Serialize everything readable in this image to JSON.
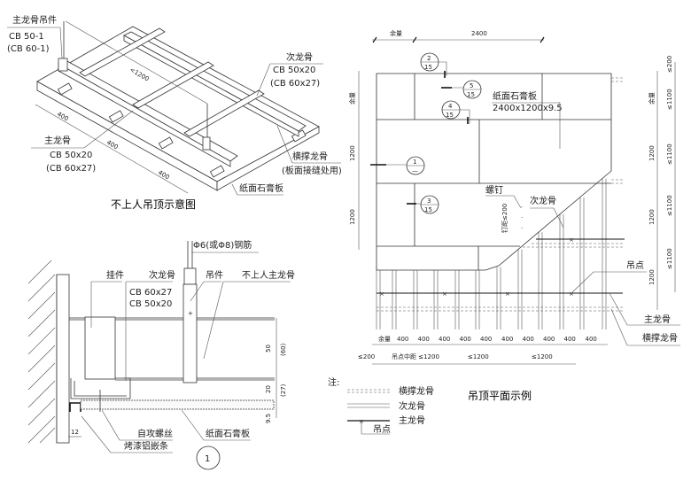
{
  "iso": {
    "title": "不上人吊顶示意图",
    "hanger_label": "主龙骨吊件",
    "hanger_spec1": "CB 50-1",
    "hanger_spec2": "(CB 60-1)",
    "main_label": "主龙骨",
    "main_spec1": "CB 50x20",
    "main_spec2": "(CB 60x27)",
    "secondary_label": "次龙骨",
    "secondary_spec1": "CB 50x20",
    "secondary_spec2": "(CB 60x27)",
    "cross_label": "横撑龙骨",
    "cross_note": "(板面接缝处用)",
    "board_label": "纸面石膏板",
    "dim_1200": "<1200",
    "dim_400a": "400",
    "dim_400b": "400",
    "dim_400c": "400"
  },
  "section": {
    "rod_label": "Φ6(或Φ8)钢筋",
    "hook_label": "挂件",
    "secondary_label": "次龙骨",
    "secondary_spec1": "CB 60x27",
    "secondary_spec2": "CB 50x20",
    "hanger_label": "吊件",
    "main_label": "不上人主龙骨",
    "screw_label": "自攻螺丝",
    "trim_label": "烤漆铝嵌条",
    "board_label": "纸面石膏板",
    "dim_50": "50",
    "dim_60": "(60)",
    "dim_20": "20",
    "dim_27": "(27)",
    "dim_95": "9.5",
    "dim_12": "12",
    "detail_no": "1"
  },
  "plan": {
    "title": "吊顶平面示例",
    "board_label": "纸面石膏板",
    "board_spec": "2400x1200x9.5",
    "screw_label": "螺钉",
    "screw_spacing": "钉距≤200",
    "secondary_label": "次龙骨",
    "hang_point_label": "吊点",
    "main_label": "主龙骨",
    "cross_label": "横撑龙骨",
    "top_dims": [
      "余量",
      "2400"
    ],
    "left_dims": [
      "余量",
      "1200",
      "1200"
    ],
    "right_dims_outer": [
      "余量",
      "1200",
      "1200",
      "1200"
    ],
    "right_dims_inner": [
      "≤200",
      "≤1100",
      "≤1100",
      "≤1100",
      "≤1100"
    ],
    "bottom_dims": [
      "余量",
      "400",
      "400",
      "400",
      "400",
      "400",
      "400",
      "400",
      "400",
      "400",
      "400"
    ],
    "bottom_dims2": [
      "≤200",
      "吊点中距 ≤1200",
      "≤1200",
      "≤1200"
    ],
    "callouts": [
      {
        "num": "2",
        "sheet": "15"
      },
      {
        "num": "5",
        "sheet": "15"
      },
      {
        "num": "4",
        "sheet": "15"
      },
      {
        "num": "1",
        "sheet": "—"
      },
      {
        "num": "3",
        "sheet": "15"
      }
    ]
  },
  "legend": {
    "note": "注:",
    "items": [
      "横撑龙骨",
      "次龙骨",
      "主龙骨",
      "吊点"
    ]
  }
}
